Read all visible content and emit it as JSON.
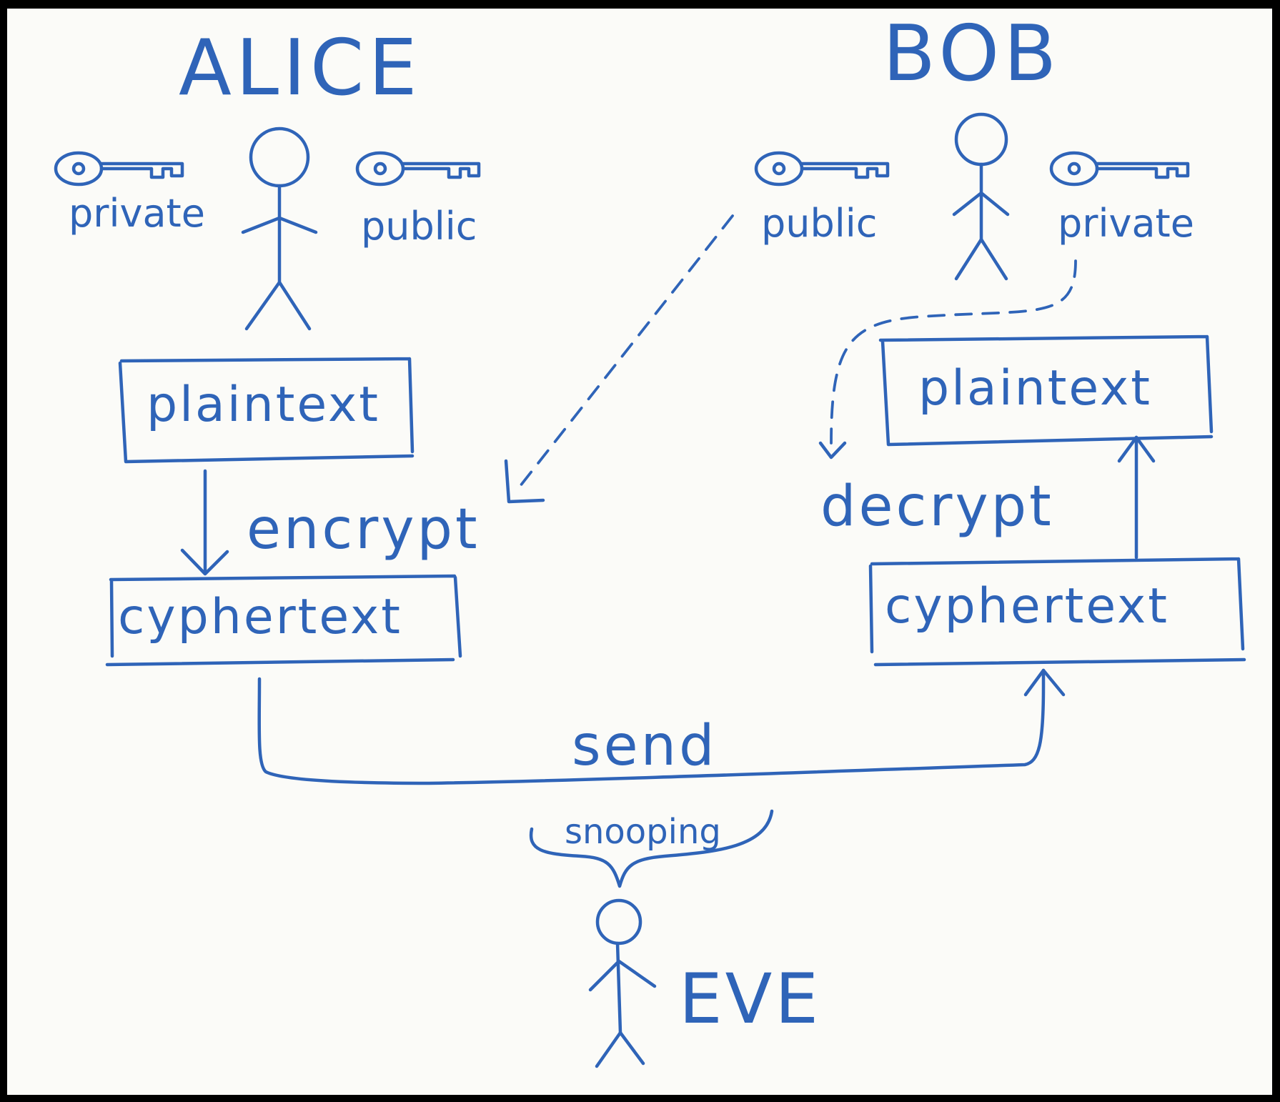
{
  "colors": {
    "ink": "#2f64b8",
    "paper": "#fbfbf8",
    "frame": "#000000"
  },
  "alice": {
    "name": "ALICE",
    "private_key_label": "private",
    "public_key_label": "public",
    "plaintext_label": "plaintext",
    "action_label": "encrypt",
    "cyphertext_label": "cyphertext"
  },
  "bob": {
    "name": "BOB",
    "public_key_label": "public",
    "private_key_label": "private",
    "plaintext_label": "plaintext",
    "action_label": "decrypt",
    "cyphertext_label": "cyphertext"
  },
  "channel": {
    "send_label": "send",
    "snooping_label": "snooping"
  },
  "eve": {
    "name": "EVE"
  },
  "icons": [
    "key-icon",
    "stick-figure-icon",
    "arrow-icon"
  ]
}
